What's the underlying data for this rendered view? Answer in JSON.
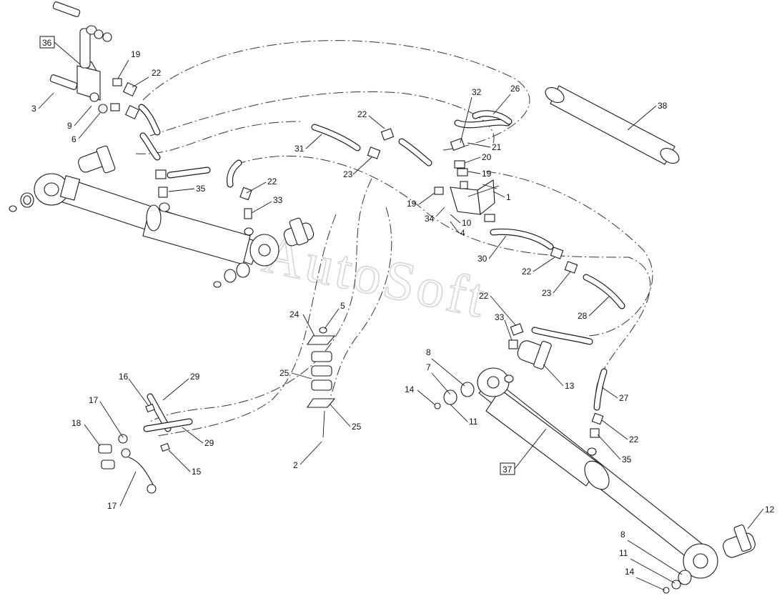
{
  "watermark": "AutoSoft",
  "callouts": {
    "c1": "1",
    "c2": "2",
    "c3": "3",
    "c4": "4",
    "c5a": "5",
    "c6": "6",
    "c7": "7",
    "c8a": "8",
    "c8b": "8",
    "c9": "9",
    "c10": "10",
    "c11a": "11",
    "c11b": "11",
    "c12": "12",
    "c13": "13",
    "c14a": "14",
    "c14b": "14",
    "c15": "15",
    "c16": "16",
    "c17a": "17",
    "c17b": "17",
    "c18": "18",
    "c19a": "19",
    "c19b": "19",
    "c19c": "19",
    "c20": "20",
    "c21": "21",
    "c22a": "22",
    "c22b": "22",
    "c22c": "22",
    "c22d": "22",
    "c22e": "22",
    "c22f": "22",
    "c23a": "23",
    "c23b": "23",
    "c24": "24",
    "c25a": "25",
    "c25b": "25",
    "c26": "26",
    "c27": "27",
    "c28": "28",
    "c29a": "29",
    "c29b": "29",
    "c30": "30",
    "c31": "31",
    "c32": "32",
    "c33a": "33",
    "c33b": "33",
    "c34": "34",
    "c35a": "35",
    "c35b": "35",
    "c36": "36",
    "c37": "37",
    "c38": "38"
  }
}
